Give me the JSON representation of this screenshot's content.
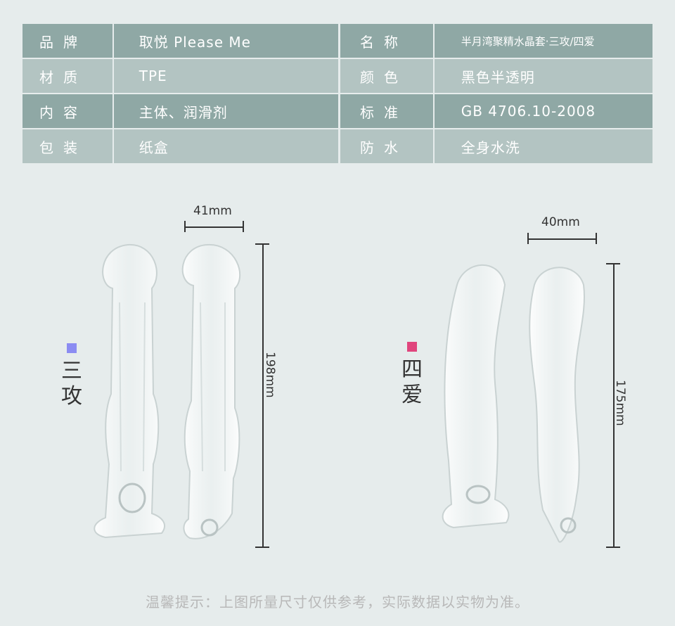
{
  "specs": [
    {
      "label1": "品牌",
      "value1": "取悦 Please Me",
      "label2": "名称",
      "value2": "半月湾聚精水晶套·三攻/四爱"
    },
    {
      "label1": "材质",
      "value1": "TPE",
      "label2": "颜色",
      "value2": "黑色半透明"
    },
    {
      "label1": "内容",
      "value1": "主体、润滑剂",
      "label2": "标准",
      "value2": "GB 4706.10-2008"
    },
    {
      "label1": "包装",
      "value1": "纸盒",
      "label2": "防水",
      "value2": "全身水洗"
    }
  ],
  "products": [
    {
      "name": "三攻",
      "square_color": "#8b8cf2",
      "width_label": "41mm",
      "height_label": "198mm"
    },
    {
      "name": "四爱",
      "square_color": "#e0457d",
      "width_label": "40mm",
      "height_label": "175mm"
    }
  ],
  "footer": "温馨提示：上图所量尺寸仅供参考，实际数据以实物为准。"
}
